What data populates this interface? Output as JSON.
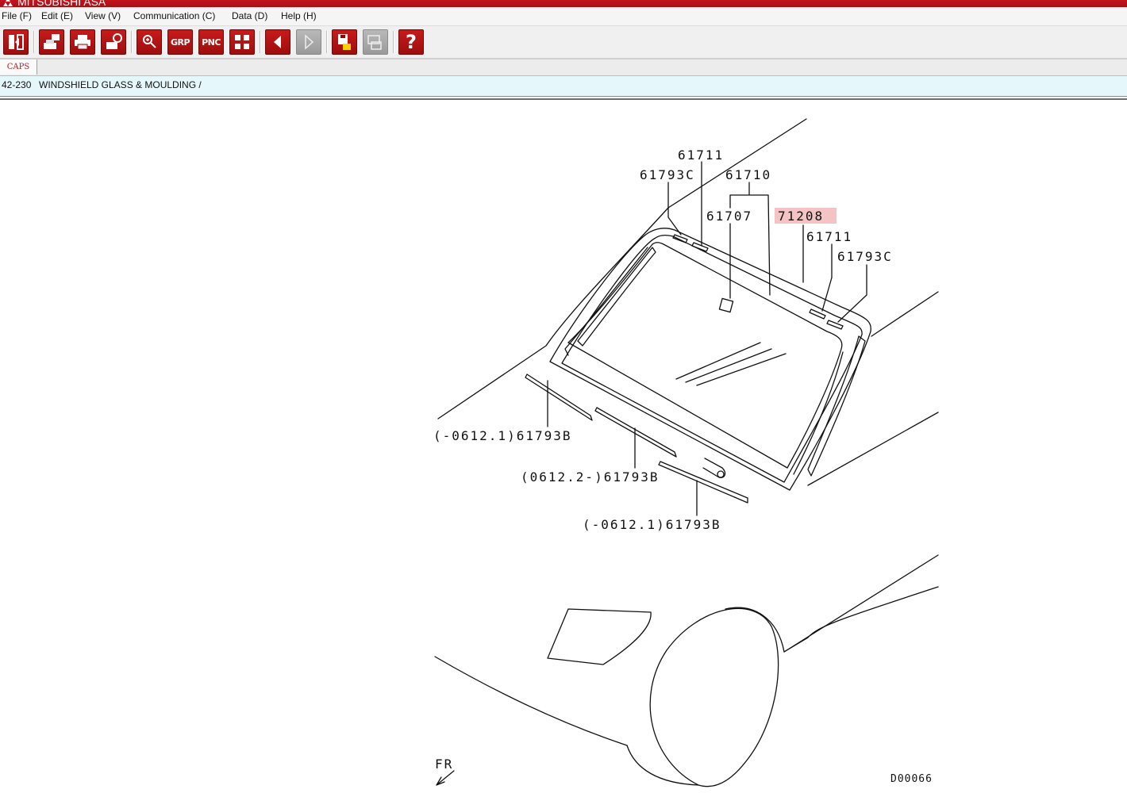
{
  "window": {
    "title": "MITSUBISHI ASA"
  },
  "menu": {
    "file": "File (F)",
    "edit": "Edit (E)",
    "view": "View (V)",
    "communication": "Communication (C)",
    "data": "Data (D)",
    "help": "Help (H)"
  },
  "toolbar": {
    "grp_label": "GRP",
    "pnc_label": "PNC",
    "help_label": "?"
  },
  "tabs": {
    "active": "CAPS"
  },
  "breadcrumb": {
    "code": "42-230",
    "title": "WINDSHIELD GLASS & MOULDING /"
  },
  "diagram": {
    "labels": {
      "p61711_top": "61711",
      "p61793c_left": "61793C",
      "p61710": "61710",
      "p61707": "61707",
      "p71208": "71208",
      "p61711_right": "61711",
      "p61793c_right": "61793C",
      "p61793b_left": "(-0612.1)61793B",
      "p61793b_mid": "(0612.2-)61793B",
      "p61793b_bottom": "(-0612.1)61793B"
    },
    "highlight_color": "#f4c4c4",
    "direction": "FR",
    "drawing_id": "D00066"
  }
}
